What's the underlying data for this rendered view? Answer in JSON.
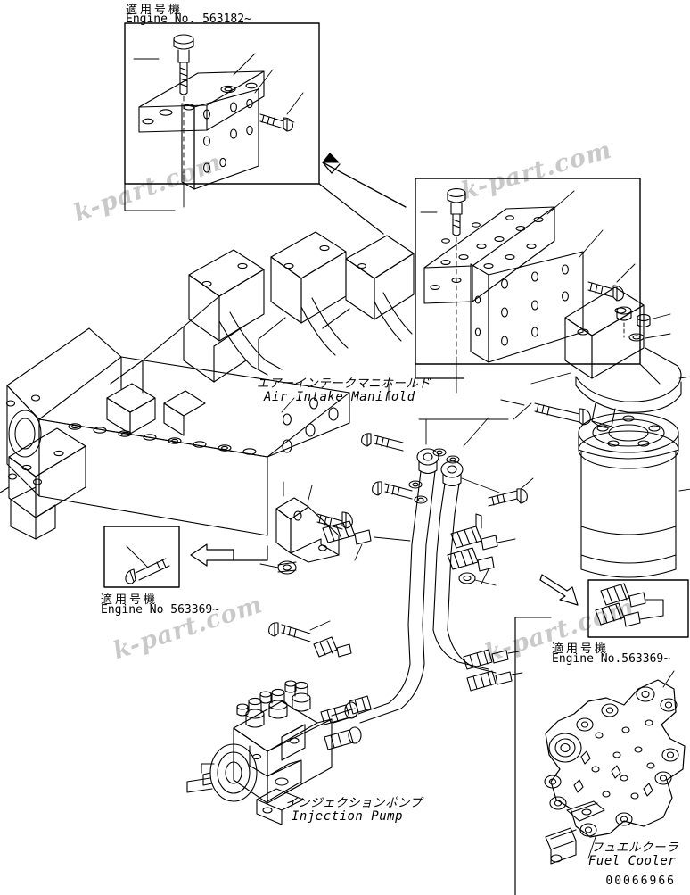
{
  "sheet": {
    "drawing_number": "00066966",
    "watermark_text": "k-part.com"
  },
  "notes": [
    {
      "id": "note-top-left",
      "jp": "適用号機",
      "en": "Engine No. 563182~"
    },
    {
      "id": "note-mid-left",
      "jp": "適用号機",
      "en": "Engine No 563369~"
    },
    {
      "id": "note-bottom-right",
      "jp": "適用号機",
      "en": "Engine No.563369~"
    }
  ],
  "captions": [
    {
      "id": "air-intake-manifold",
      "jp": "エアーインテークマニホールド",
      "en": "Air Intake Manifold"
    },
    {
      "id": "injection-pump",
      "jp": "インジェクションポンプ",
      "en": "Injection Pump"
    },
    {
      "id": "fuel-cooler",
      "jp": "フュエルクーラ",
      "en": "Fuel Cooler"
    }
  ],
  "watermarks": [
    {
      "id": "wm-1",
      "text": "k-part.com"
    },
    {
      "id": "wm-2",
      "text": "k-part.com"
    },
    {
      "id": "wm-3",
      "text": "k-part.com"
    },
    {
      "id": "wm-4",
      "text": "k-part.com"
    }
  ]
}
